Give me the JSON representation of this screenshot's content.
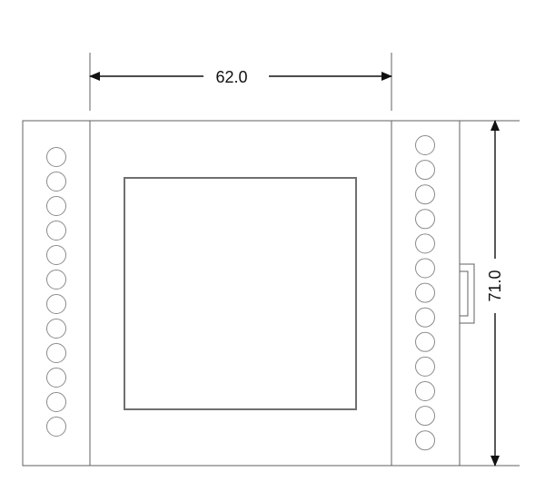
{
  "diagram": {
    "width_dimension": {
      "value": "62.0"
    },
    "height_dimension": {
      "value": "71.0"
    },
    "terminals": {
      "left_count": 12,
      "right_count": 13
    },
    "colors": {
      "outline": "#606060",
      "terminal": "#8a8a8a",
      "display": "#707070",
      "dimension": "#111111",
      "background": "#ffffff"
    }
  }
}
